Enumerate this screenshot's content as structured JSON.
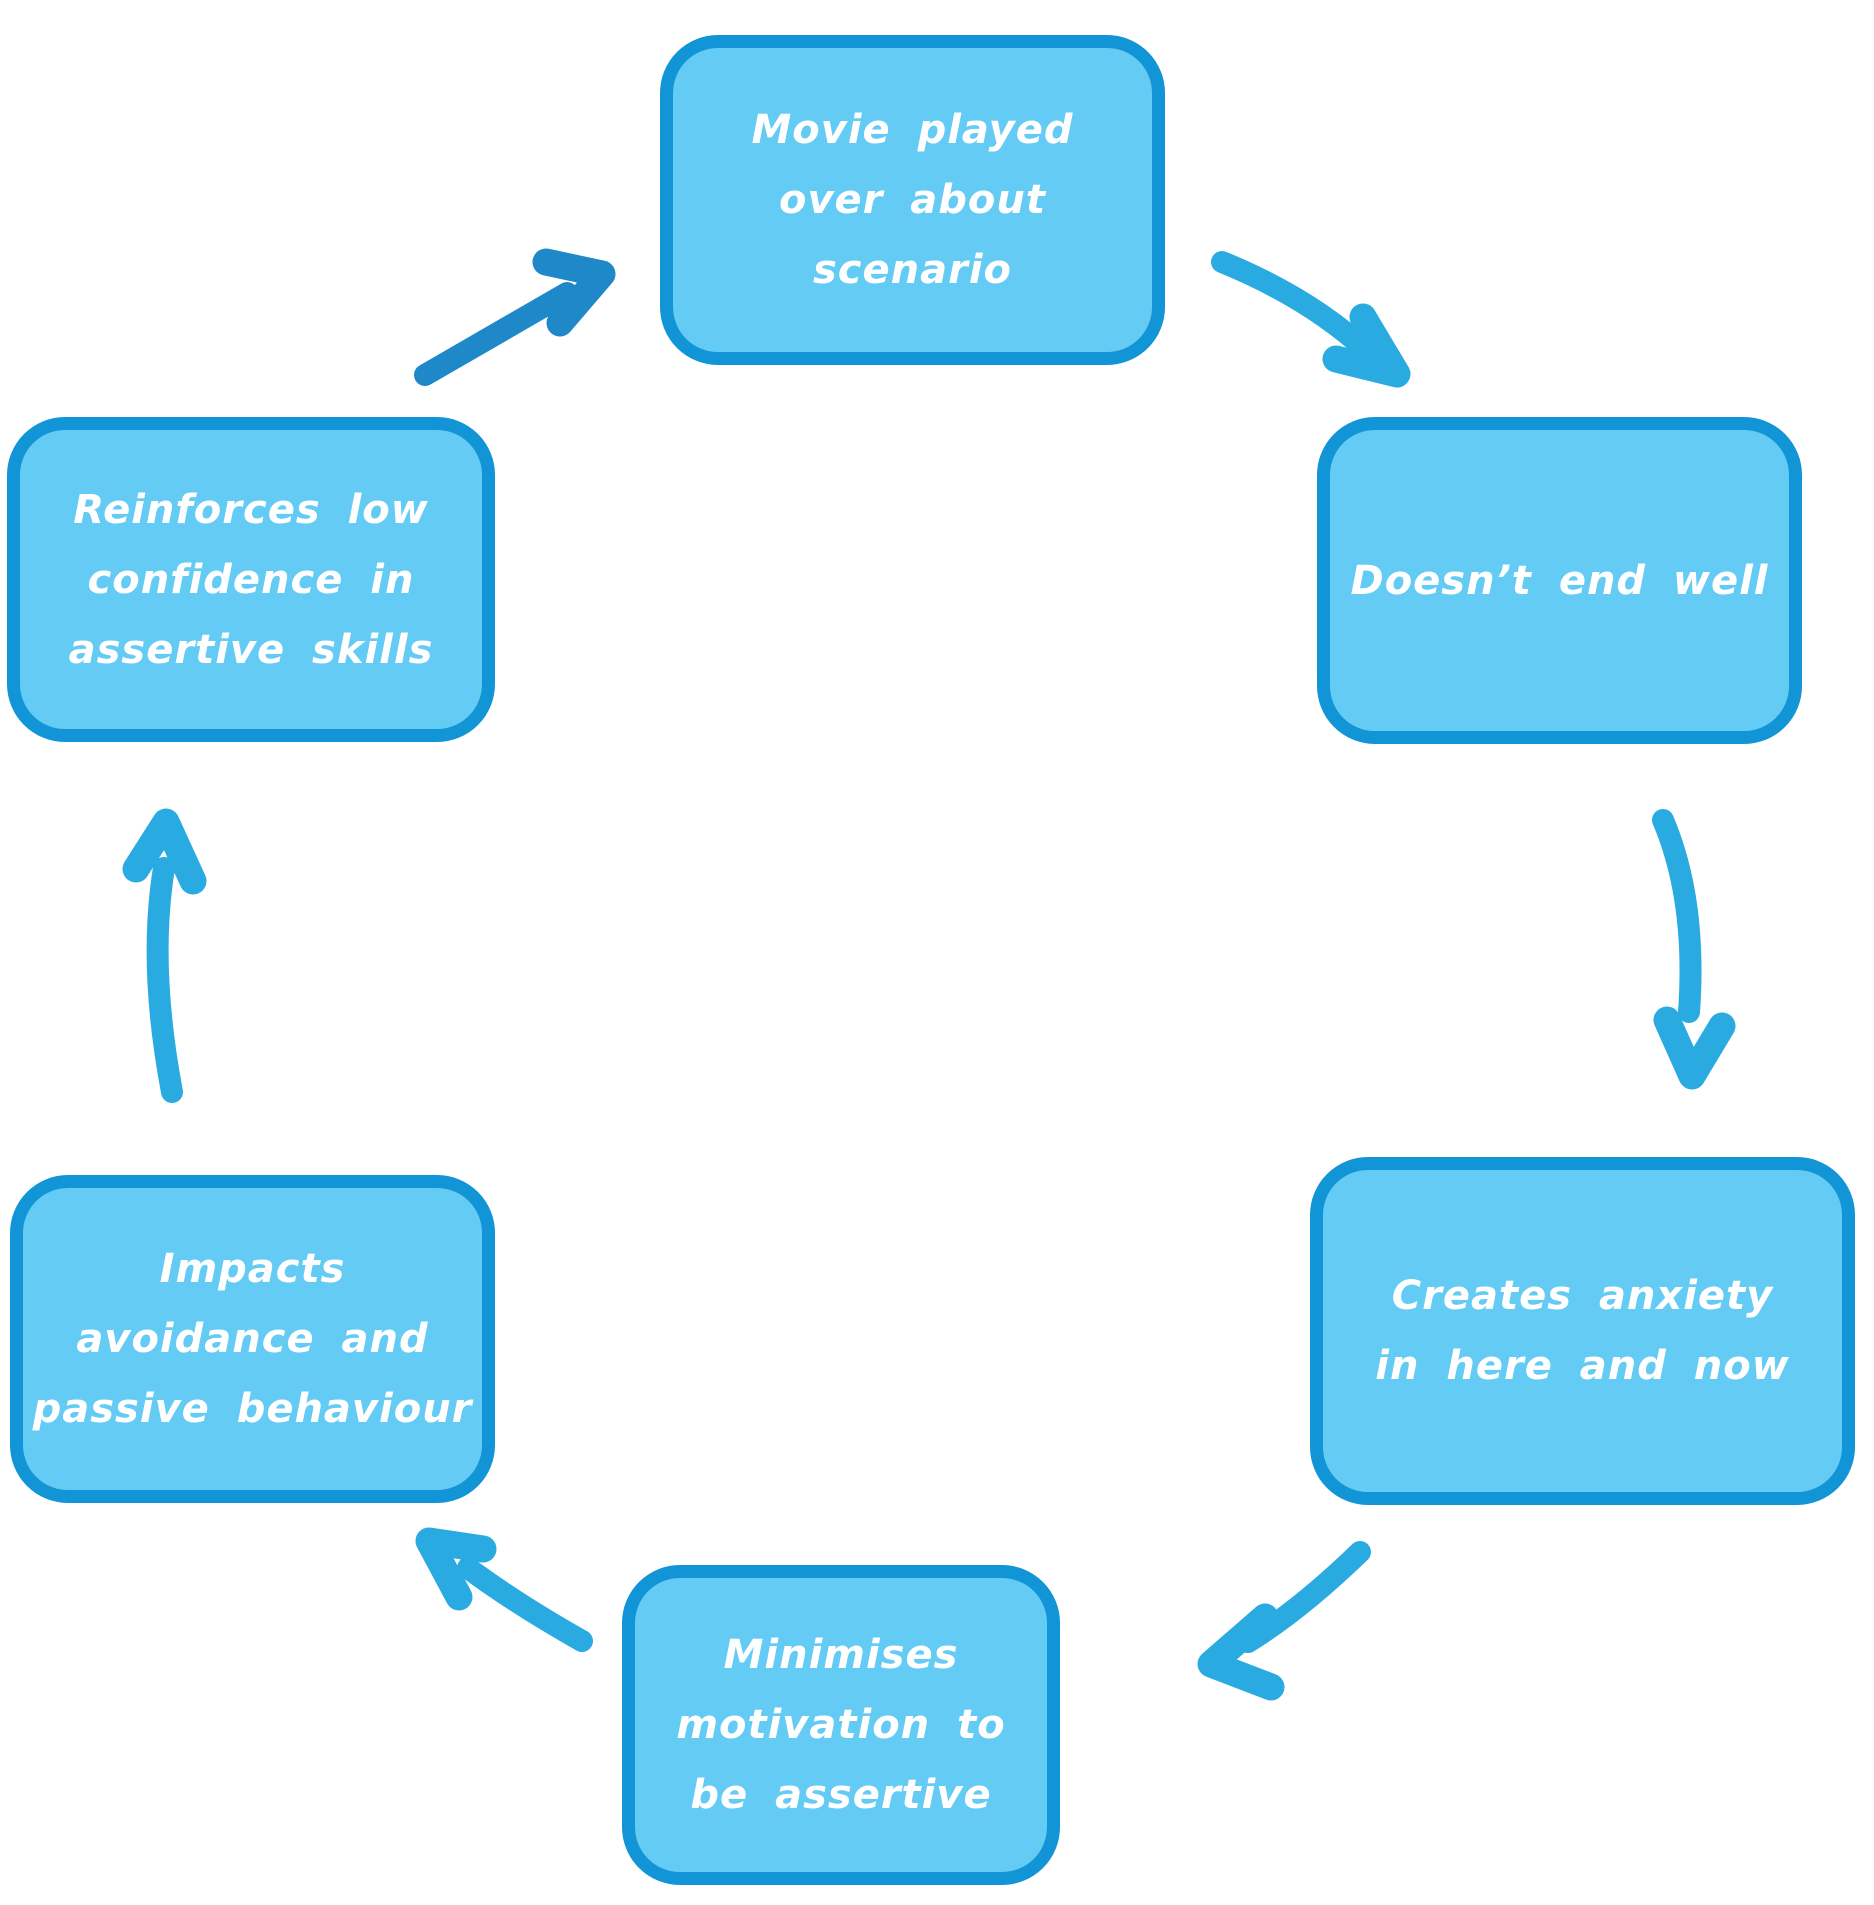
{
  "diagram": {
    "nodes": [
      {
        "id": "movie",
        "lines": [
          "Movie played",
          "over about",
          "scenario"
        ]
      },
      {
        "id": "doesnt",
        "lines": [
          "Doesn’t end well"
        ]
      },
      {
        "id": "creates",
        "lines": [
          "Creates anxiety",
          "in here and now"
        ]
      },
      {
        "id": "minimises",
        "lines": [
          "Minimises",
          "motivation to",
          "be assertive"
        ]
      },
      {
        "id": "impacts",
        "lines": [
          "Impacts",
          "avoidance and",
          "passive behaviour"
        ]
      },
      {
        "id": "reinforces",
        "lines": [
          "Reinforces low",
          "confidence in",
          "assertive skills"
        ]
      }
    ],
    "edges": [
      {
        "from": "movie",
        "to": "doesnt"
      },
      {
        "from": "doesnt",
        "to": "creates"
      },
      {
        "from": "creates",
        "to": "minimises"
      },
      {
        "from": "minimises",
        "to": "impacts"
      },
      {
        "from": "impacts",
        "to": "reinforces"
      },
      {
        "from": "reinforces",
        "to": "movie"
      }
    ]
  },
  "colors": {
    "box_fill": "#63CBF4",
    "box_border": "#1295D6",
    "arrow": "#29ABE2",
    "arrow_dark": "#1E88C9",
    "text": "#FFFFFF",
    "background": "#FFFFFF"
  }
}
